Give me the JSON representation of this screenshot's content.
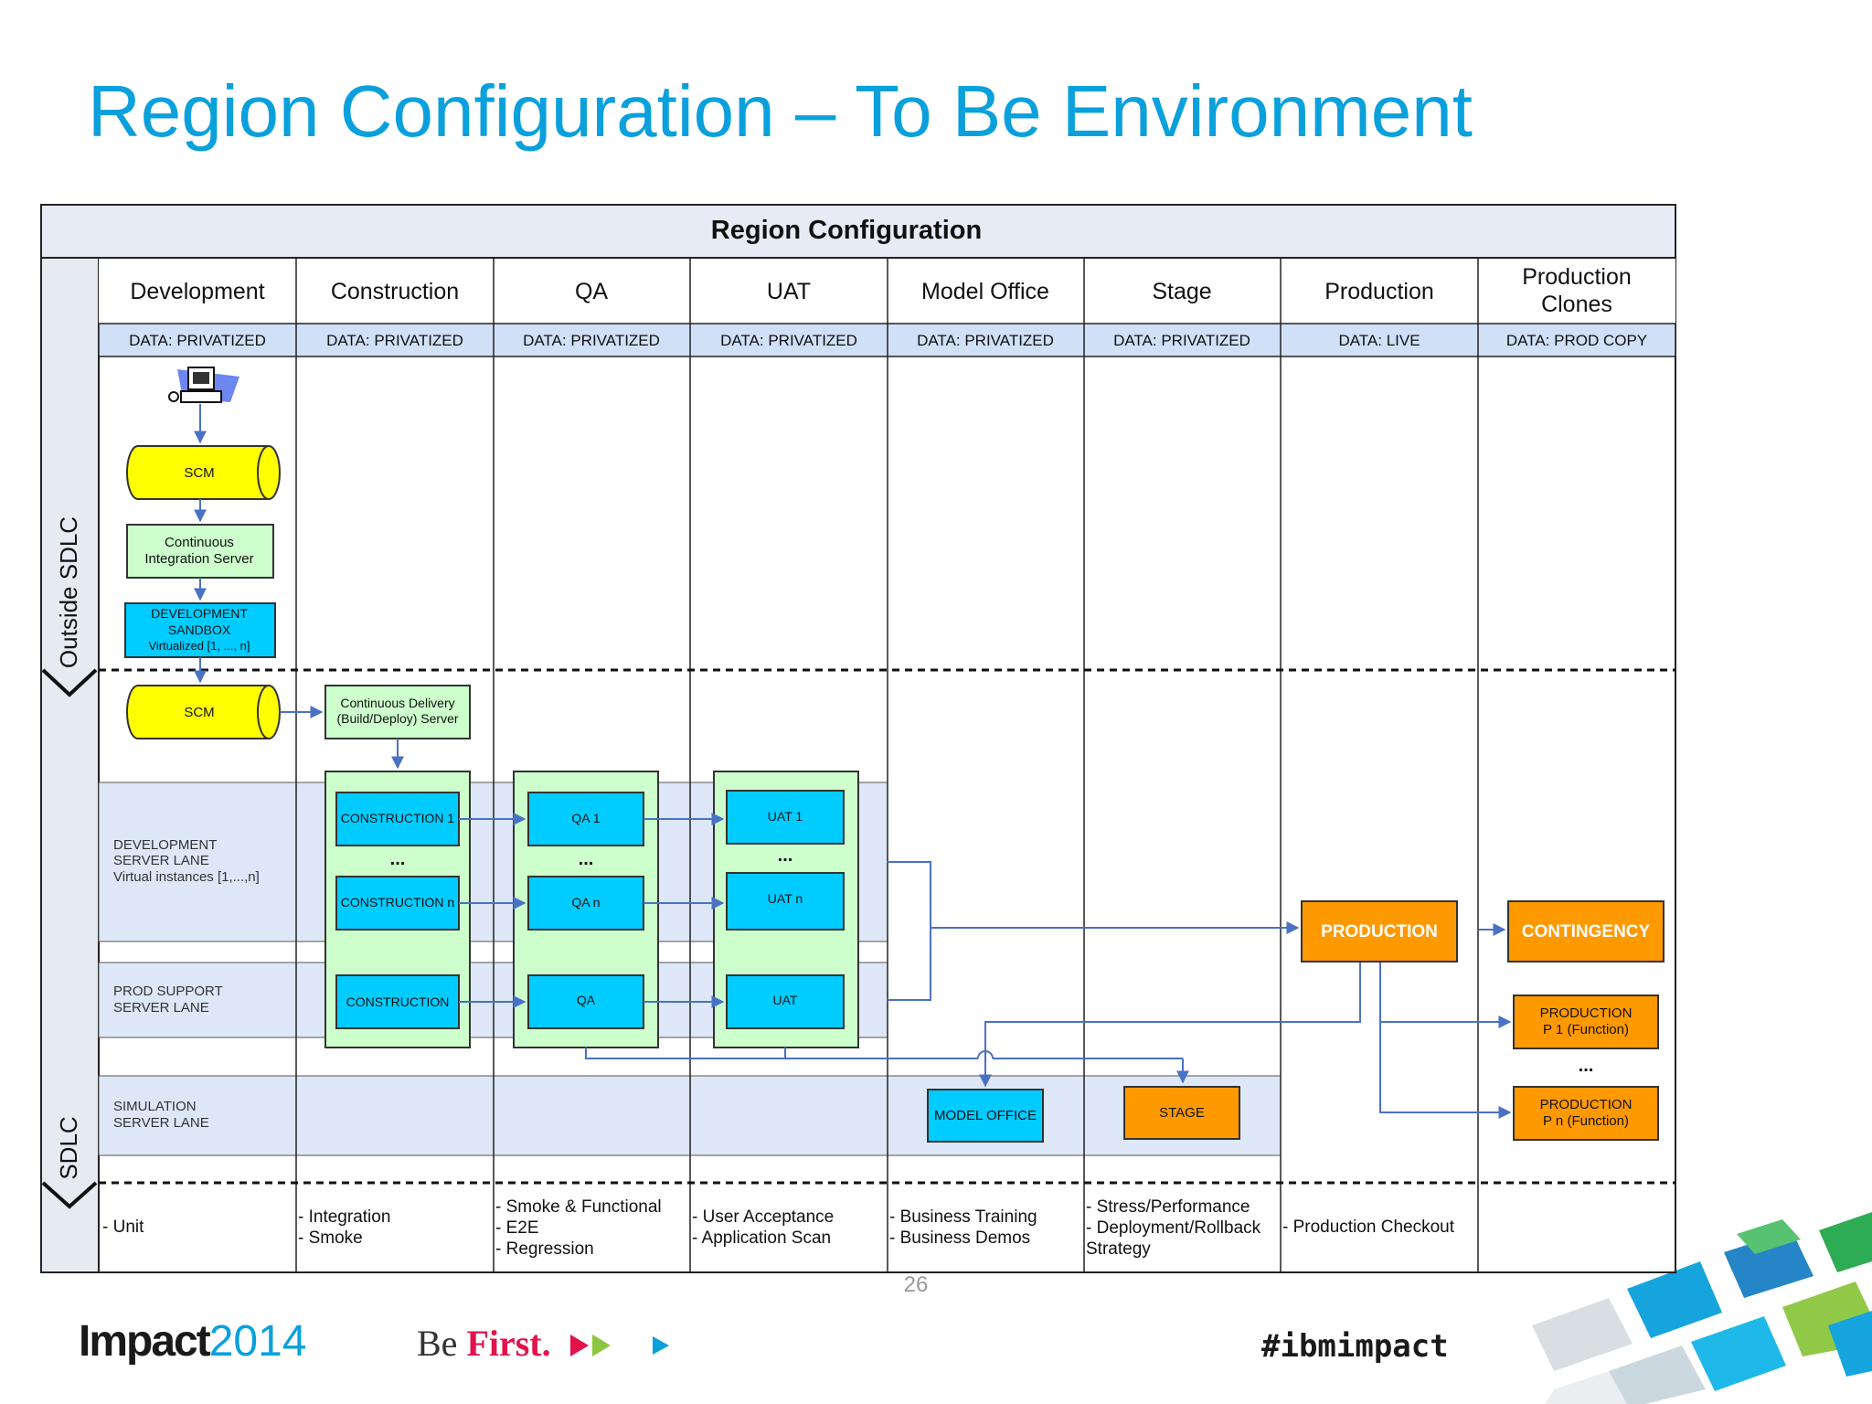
{
  "slide": {
    "title": "Region Configuration – To Be Environment",
    "page_number": "26",
    "brand_left_1": "Impact",
    "brand_left_2": "2014",
    "tagline_1": "Be ",
    "tagline_2": "First.",
    "hashtag": "#ibmimpact"
  },
  "diagram": {
    "title": "Region Configuration",
    "side_labels": [
      "Outside SDLC",
      "SDLC"
    ],
    "columns": [
      {
        "name": "Development",
        "data": "DATA: PRIVATIZED"
      },
      {
        "name": "Construction",
        "data": "DATA: PRIVATIZED"
      },
      {
        "name": "QA",
        "data": "DATA: PRIVATIZED"
      },
      {
        "name": "UAT",
        "data": "DATA: PRIVATIZED"
      },
      {
        "name": "Model Office",
        "data": "DATA: PRIVATIZED"
      },
      {
        "name": "Stage",
        "data": "DATA: PRIVATIZED"
      },
      {
        "name": "Production",
        "data": "DATA: LIVE"
      },
      {
        "name": "Production Clones",
        "data": "DATA: PROD COPY"
      }
    ],
    "lanes": [
      [
        "DEVELOPMENT",
        "SERVER LANE",
        "Virtual instances [1,...,n]"
      ],
      [
        "PROD SUPPORT",
        "SERVER LANE"
      ],
      [
        "SIMULATION",
        "SERVER LANE"
      ]
    ],
    "nodes": {
      "scm": "SCM",
      "ci": [
        "Continuous",
        "Integration Server"
      ],
      "sandbox": [
        "DEVELOPMENT",
        "SANDBOX",
        "Virtualized [1, ..., n]"
      ],
      "cd": [
        "Continuous Delivery",
        "(Build/Deploy) Server"
      ],
      "construction_1": "CONSTRUCTION 1",
      "construction_n": "CONSTRUCTION n",
      "construction": "CONSTRUCTION",
      "qa_1": "QA 1",
      "qa_n": "QA n",
      "qa": "QA",
      "uat_1": "UAT 1",
      "uat_n": "UAT n",
      "uat": "UAT",
      "model_office": "MODEL OFFICE",
      "stage": "STAGE",
      "production": "PRODUCTION",
      "contingency": "CONTINGENCY",
      "prod_p1": [
        "PRODUCTION",
        "P 1  (Function)"
      ],
      "prod_pn": [
        "PRODUCTION",
        "P n (Function)"
      ],
      "ellipsis": "..."
    },
    "tests": [
      [
        "- Unit"
      ],
      [
        "- Integration",
        "- Smoke"
      ],
      [
        "- Smoke & Functional",
        "- E2E",
        "- Regression"
      ],
      [
        "- User Acceptance",
        "- Application Scan"
      ],
      [
        "- Business Training",
        "- Business Demos"
      ],
      [
        "- Stress/Performance",
        "- Deployment/Rollback",
        "Strategy"
      ],
      [
        "- Production Checkout"
      ],
      []
    ]
  },
  "colors": {
    "title_blue": "#0aa0dc",
    "scm_yellow": "#ffff00",
    "server_green": "#ccffcc",
    "box_cyan": "#00ccff",
    "prod_orange": "#ff9900",
    "lane_blue": "#dde7f7",
    "arrow_blue": "#4a72c4"
  }
}
